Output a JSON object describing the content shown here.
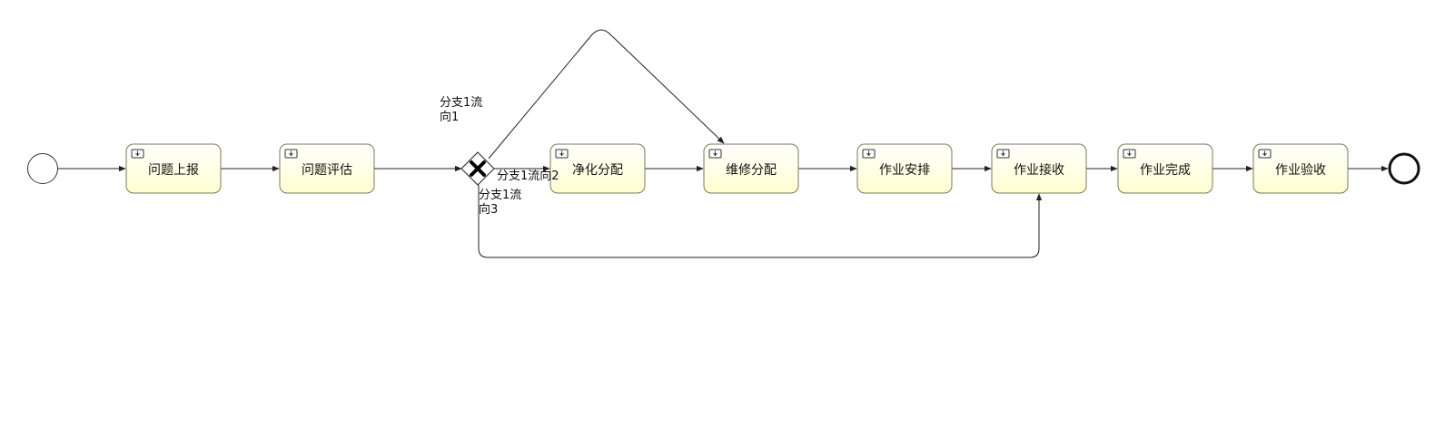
{
  "colors": {
    "task_fill": "#ffffd0",
    "task_stroke": "#7a7a5a",
    "edge": "#222222",
    "gateway_fill": "#ffffff"
  },
  "tasks": [
    {
      "id": "t1",
      "label": "问题上报"
    },
    {
      "id": "t2",
      "label": "问题评估"
    },
    {
      "id": "t3",
      "label": "净化分配"
    },
    {
      "id": "t4",
      "label": "维修分配"
    },
    {
      "id": "t5",
      "label": "作业安排"
    },
    {
      "id": "t6",
      "label": "作业接收"
    },
    {
      "id": "t7",
      "label": "作业完成"
    },
    {
      "id": "t8",
      "label": "作业验收"
    }
  ],
  "gateway": {
    "type": "exclusive",
    "icon": "x-icon"
  },
  "flows": {
    "branch1": {
      "line1": "分支1流",
      "line2": "向1"
    },
    "branch2": "分支1流向2",
    "branch3": {
      "line1": "分支1流",
      "line2": "向3"
    }
  }
}
